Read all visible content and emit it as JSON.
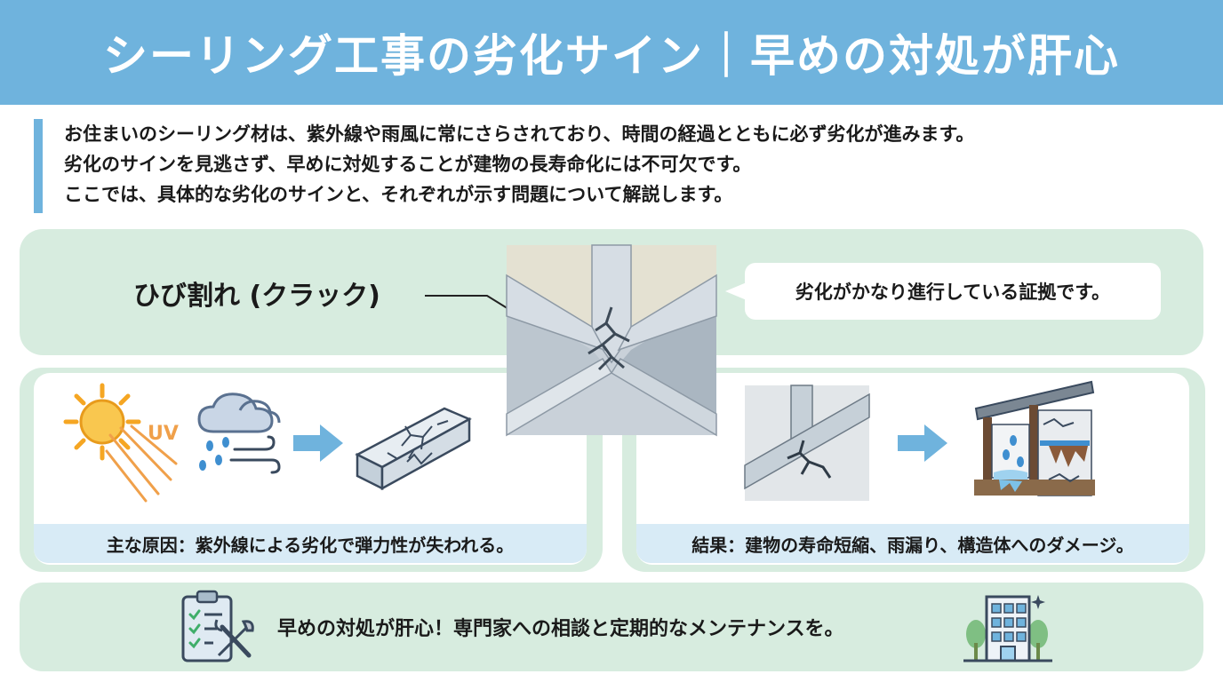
{
  "header": {
    "title": "シーリング工事の劣化サイン｜早めの対処が肝心"
  },
  "intro": {
    "line1": "お住まいのシーリング材は、紫外線や雨風に常にさらされており、時間の経過とともに必ず劣化が進みます。",
    "line2": "劣化のサインを見逃さず、早めに対処することが建物の長寿命化には不可欠です。",
    "line3": "ここでは、具体的な劣化のサインと、それぞれが示す問題について解説します。"
  },
  "crack": {
    "label": "ひび割れ (クラック)",
    "note": "劣化がかなり進行している証拠です。"
  },
  "cause": {
    "uv_label": "UV",
    "caption": "主な原因：紫外線による劣化で弾力性が失われる。"
  },
  "result": {
    "caption": "結果：建物の寿命短縮、雨漏り、構造体へのダメージ。"
  },
  "footer": {
    "message": "早めの対処が肝心！専門家への相談と定期的なメンテナンスを。"
  },
  "icons": [
    "sun-icon",
    "rain-cloud-icon",
    "wind-icon",
    "arrow-right-icon",
    "cracked-sealant-icon",
    "checklist-tools-icon",
    "building-icon"
  ],
  "colors": {
    "header": "#6fb3dd",
    "panel": "#d7ecdf",
    "caption": "#d8ebf6",
    "arrow": "#6fb3dd",
    "sun": "#f5a623"
  }
}
